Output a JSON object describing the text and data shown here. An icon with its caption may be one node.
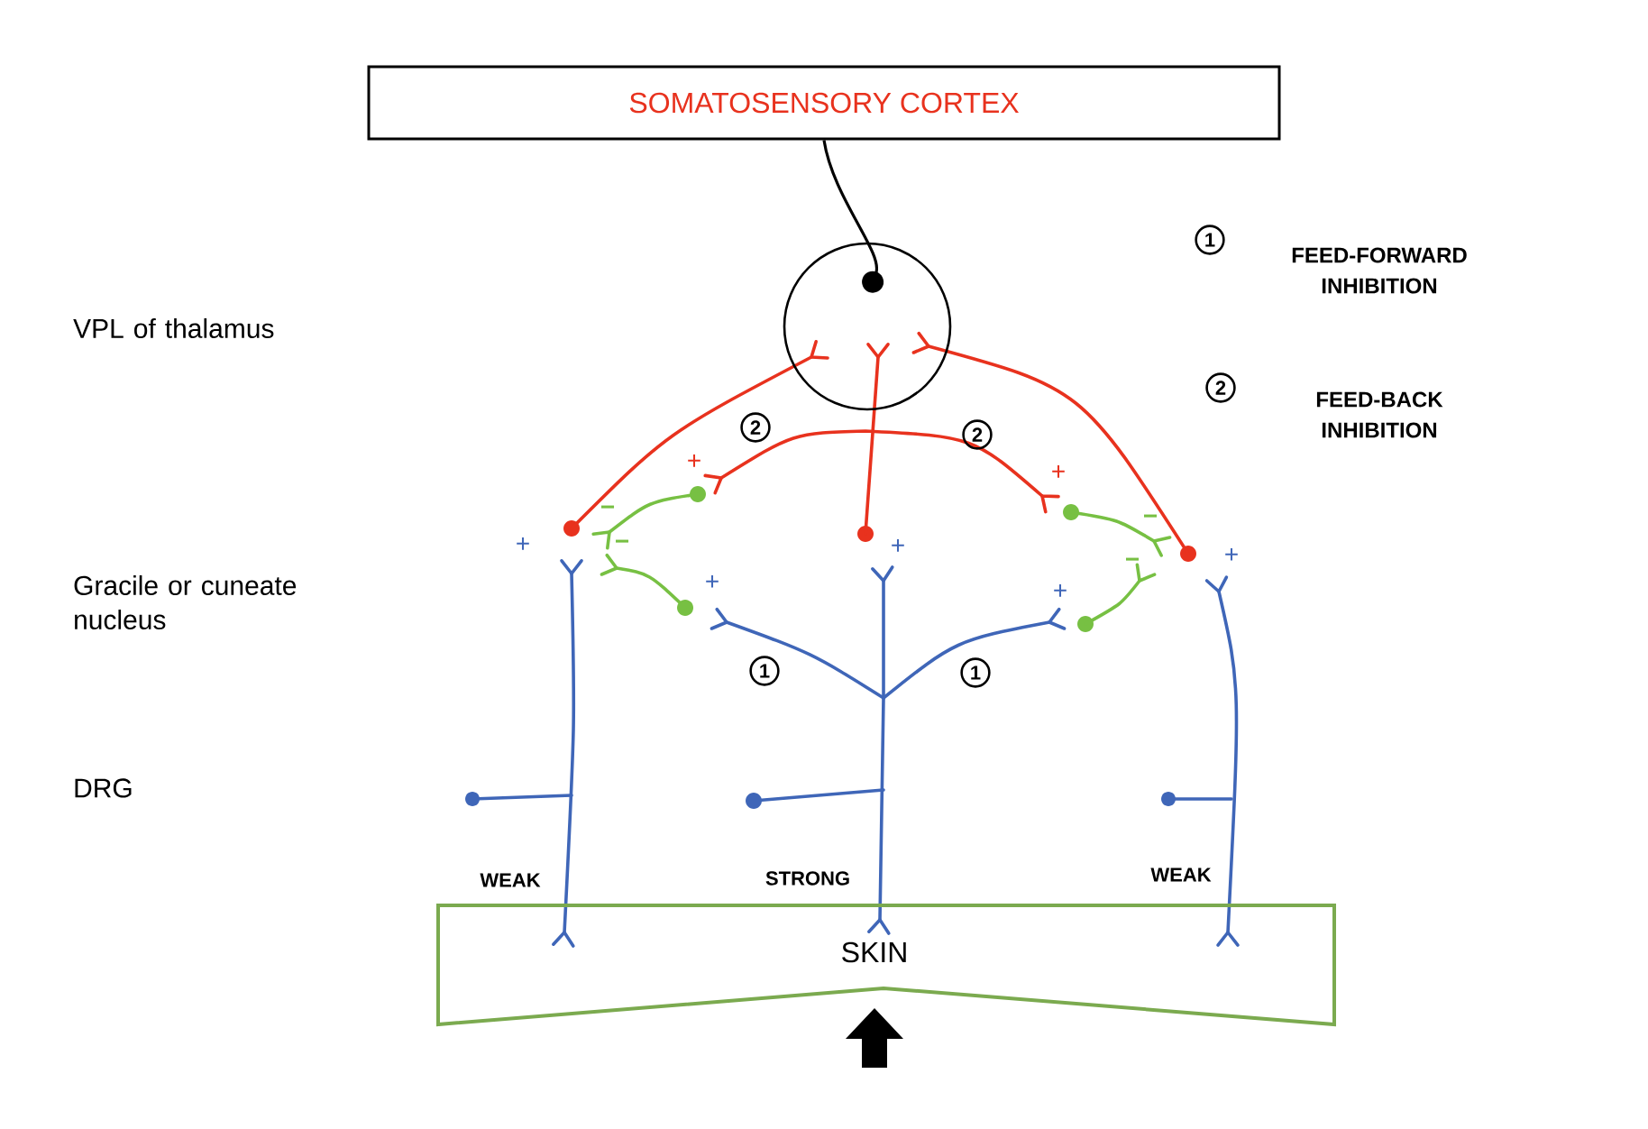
{
  "diagram": {
    "nodes": [
      {
        "text": [
          "SOMATOSENSORY CORTEX"
        ]
      },
      {
        "text": [],
        "shape": "circle"
      },
      {
        "text": [
          "SKIN"
        ]
      }
    ],
    "edges": [
      {
        "from": 1,
        "to": 0,
        "arrow": "other"
      }
    ],
    "labels": [
      "1",
      "FEED-FORWARD INHIBITION",
      "VPL of thalamus",
      "2",
      "FEED-BACK INHIBITION",
      "2",
      "2",
      "+",
      "+",
      "−",
      "−",
      "+",
      "+",
      "−",
      "+",
      "−",
      "+",
      "+",
      "Gracile or cuneate nucleus",
      "1",
      "1",
      "DRG",
      "WEAK",
      "STRONG",
      "WEAK"
    ]
  }
}
